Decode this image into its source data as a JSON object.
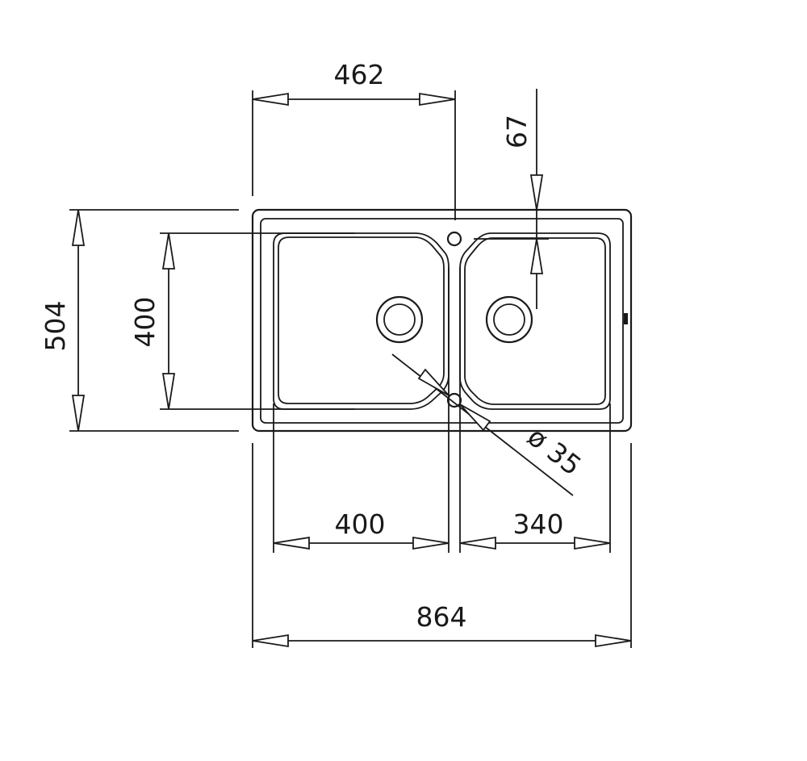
{
  "dimensions": {
    "width_total": "864",
    "bowl_left_width": "400",
    "bowl_right_width": "340",
    "drain_offset": "462",
    "tap_offset": "67",
    "depth_total": "504",
    "bowl_depth": "400",
    "overflow_diameter": "ø 35"
  },
  "colors": {
    "line": "#1a1a1a",
    "background": "#ffffff"
  }
}
